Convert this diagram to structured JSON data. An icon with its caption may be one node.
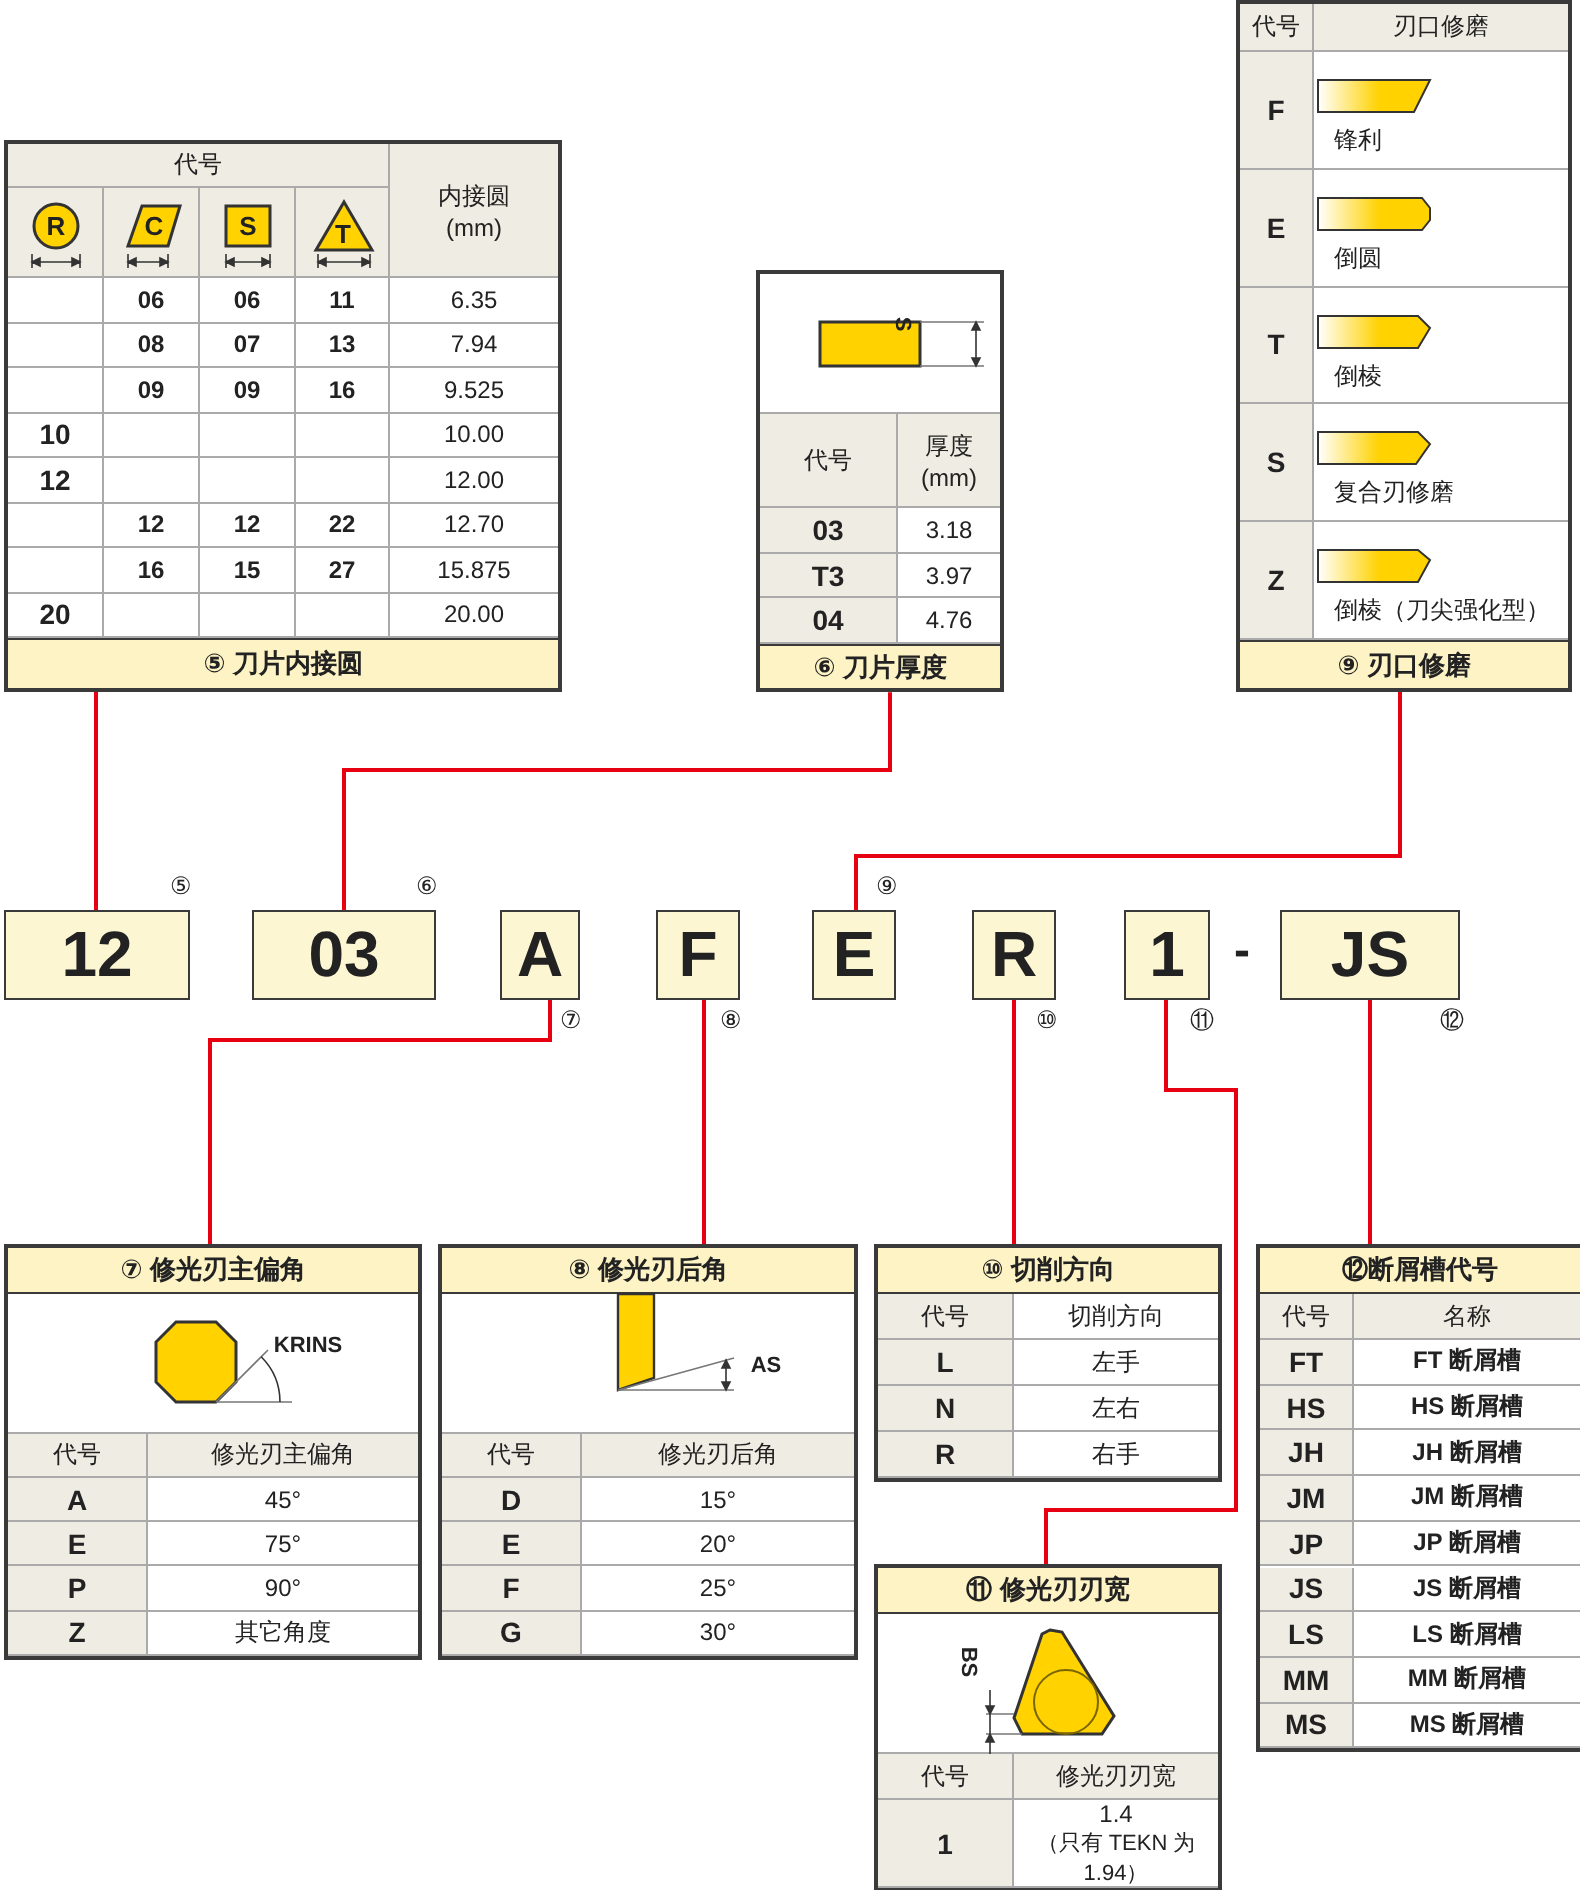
{
  "diagram": {
    "nodes": [
      {
        "text": [
          "⑤ 刀片内接圆"
        ]
      },
      {
        "text": [
          "⑥ 刀片厚度"
        ]
      },
      {
        "text": [
          "⑨ 刃口修磨"
        ]
      },
      {
        "text": [
          "12"
        ],
        "beside": [
          "⑤"
        ]
      },
      {
        "text": [
          "03"
        ],
        "beside": [
          "⑥"
        ]
      },
      {
        "text": [
          "A"
        ],
        "beside": [
          "⑦"
        ]
      },
      {
        "text": [
          "F"
        ],
        "beside": [
          "⑧"
        ]
      },
      {
        "text": [
          "E"
        ],
        "beside": [
          "⑨"
        ]
      },
      {
        "text": [
          "R"
        ],
        "beside": [
          "⑩"
        ]
      },
      {
        "text": [
          "1"
        ],
        "beside": [
          "⑪"
        ]
      },
      {
        "text": [
          "JS"
        ],
        "beside": [
          "⑫"
        ]
      },
      {
        "text": [
          "⑦ 修光刃主偏角"
        ]
      },
      {
        "text": [
          "⑧ 修光刃后角"
        ]
      },
      {
        "text": [
          "⑩ 切削方向"
        ]
      },
      {
        "text": [
          "⑫断屑槽代号"
        ]
      },
      {
        "text": [
          "⑪ 修光刃刃宽"
        ]
      }
    ],
    "edges": [
      {
        "from": 0,
        "to": 3,
        "arrow": "none"
      },
      {
        "from": 1,
        "to": 4,
        "arrow": "none"
      },
      {
        "from": 2,
        "to": 7,
        "arrow": "none"
      },
      {
        "from": 5,
        "to": 11,
        "arrow": "none"
      },
      {
        "from": 6,
        "to": 12,
        "arrow": "none"
      },
      {
        "from": 8,
        "to": 13,
        "arrow": "none"
      },
      {
        "from": 9,
        "to": 15,
        "arrow": "none"
      },
      {
        "from": 10,
        "to": 14,
        "arrow": "none"
      }
    ],
    "labels": [
      "代号",
      "内接圆 (mm)",
      "R",
      "C",
      "S",
      "T",
      "06",
      "06",
      "11",
      "6.35",
      "08",
      "07",
      "13",
      "7.94",
      "09",
      "09",
      "16",
      "9.525",
      "10",
      "10.00",
      "12",
      "12.00",
      "12",
      "12",
      "22",
      "12.70",
      "16",
      "15",
      "27",
      "15.875",
      "20",
      "20.00",
      "S",
      "代号",
      "厚度 (mm)",
      "03",
      "3.18",
      "T3",
      "3.97",
      "04",
      "4.76",
      "代号",
      "刃口修磨",
      "F",
      "锋利",
      "E",
      "倒圆",
      "T",
      "倒棱",
      "S",
      "复合刃修磨",
      "Z",
      "倒棱（刀尖强化型）",
      "-",
      "KRINS",
      "代号",
      "修光刃主偏角",
      "A",
      "45°",
      "E",
      "75°",
      "P",
      "90°",
      "Z",
      "其它角度",
      "AS",
      "代号",
      "修光刃后角",
      "D",
      "15°",
      "E",
      "20°",
      "F",
      "25°",
      "G",
      "30°",
      "代号",
      "切削方向",
      "L",
      "左手",
      "N",
      "左右",
      "R",
      "右手",
      "代号",
      "名称",
      "FT",
      "FT 断屑槽",
      "HS",
      "HS 断屑槽",
      "JH",
      "JH 断屑槽",
      "JM",
      "JM 断屑槽",
      "JP",
      "JP 断屑槽",
      "JS",
      "JS 断屑槽",
      "LS",
      "LS 断屑槽",
      "MM",
      "MM 断屑槽",
      "MS",
      "MS 断屑槽",
      "BS",
      "代号",
      "修光刃刃宽",
      "1",
      "1.4",
      "（只有 TEKN 为 1.94）"
    ]
  }
}
